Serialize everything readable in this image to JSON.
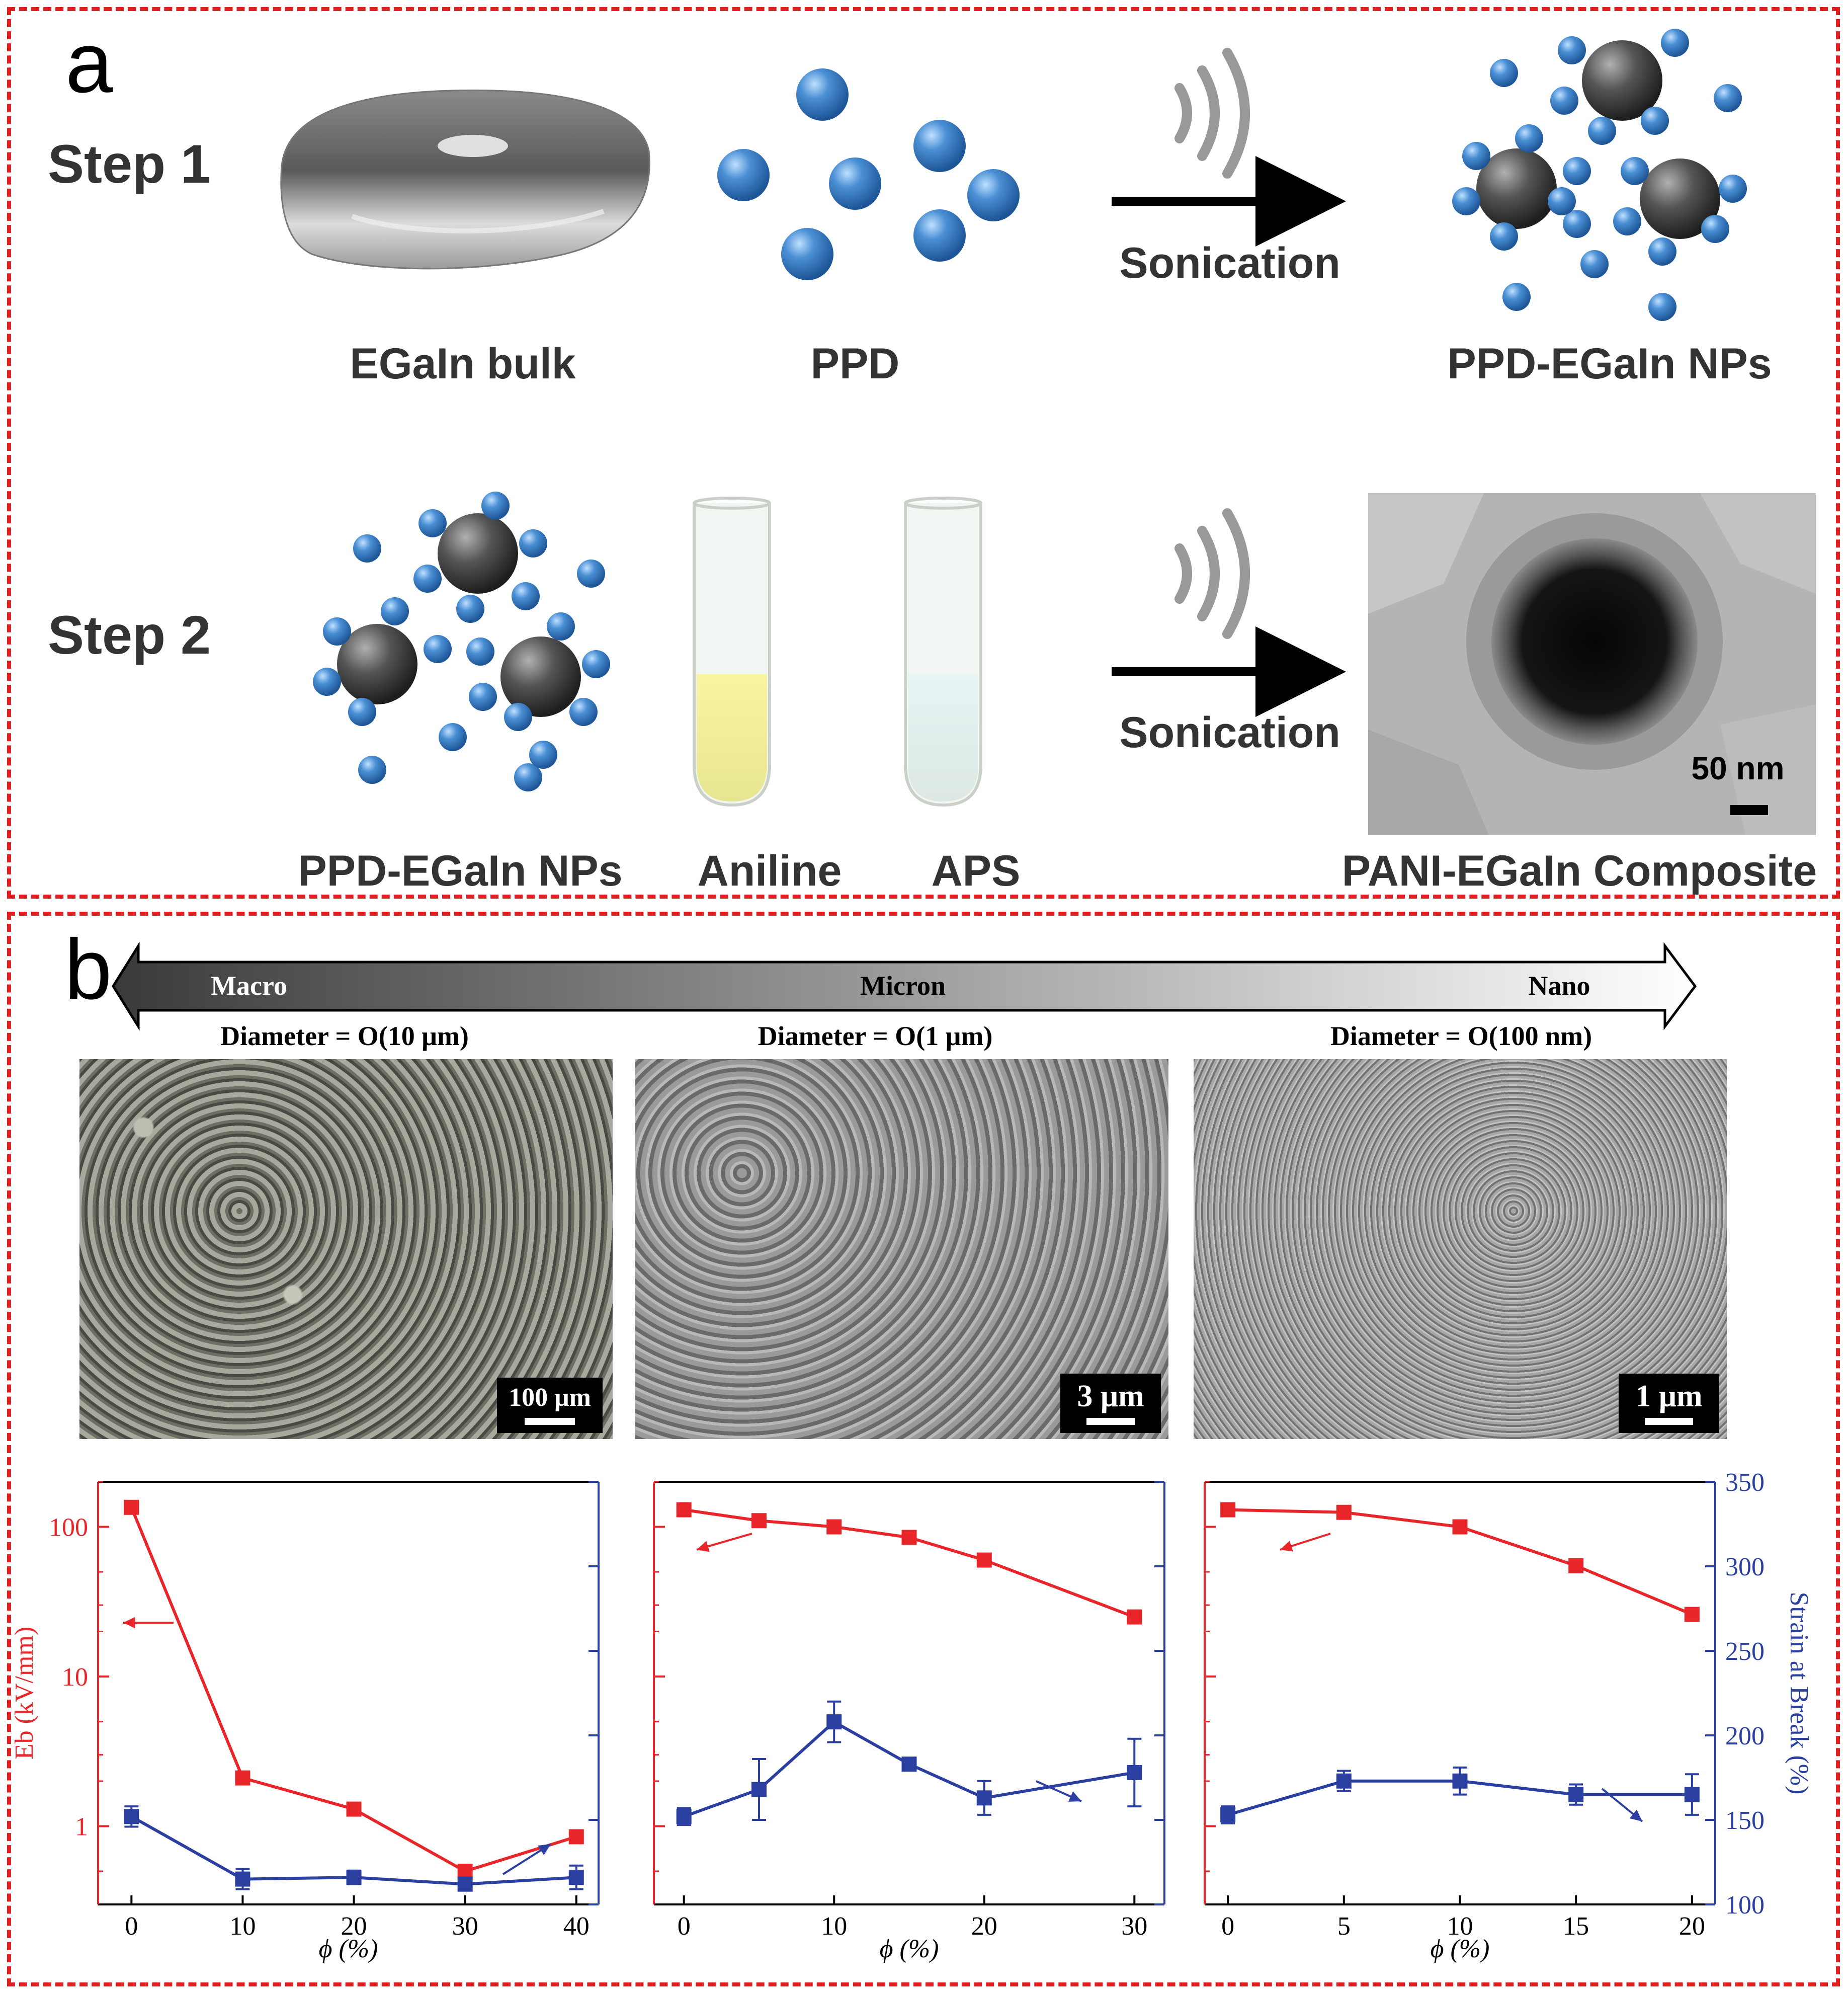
{
  "panel_a": {
    "letter": "a",
    "step1": {
      "label": "Step 1",
      "items": [
        "EGaIn bulk",
        "PPD",
        "PPD-EGaIn NPs"
      ],
      "arrow_label": "Sonication"
    },
    "step2": {
      "label": "Step 2",
      "items": [
        "PPD-EGaIn NPs",
        "Aniline",
        "APS",
        "PANI-EGaIn Composite"
      ],
      "arrow_label": "Sonication",
      "scale_label": "50 nm"
    }
  },
  "panel_b": {
    "letter": "b",
    "scale_arrow": {
      "labels": [
        "Macro",
        "Micron",
        "Nano"
      ]
    },
    "columns": [
      {
        "diameter_label": "Diameter = O(10 μm)",
        "scale_label": "100 μm"
      },
      {
        "diameter_label": "Diameter = O(1 μm)",
        "scale_label": "3 μm"
      },
      {
        "diameter_label": "Diameter = O(100 nm)",
        "scale_label": "1 μm"
      }
    ]
  },
  "colors": {
    "red": "#e8262a",
    "blue": "#2a3fa0",
    "border": "#e02020",
    "particle_blue": "#4a8fd4",
    "particle_gray": "#555555"
  },
  "chart_data": [
    {
      "type": "line",
      "xlabel": "ϕ (%)",
      "ylabel_left": "Eb (kV/mm)",
      "x_ticks": [
        0,
        10,
        20,
        30,
        40
      ],
      "xlim": [
        -3,
        42
      ],
      "left_scale": "log",
      "ylim_left": [
        0.3,
        200
      ],
      "left_ticks": [
        "1",
        "10",
        "100"
      ],
      "ylim_right": [
        100,
        350
      ],
      "series": [
        {
          "axis": "left",
          "color": "#e8262a",
          "x": [
            0,
            10,
            20,
            30,
            40
          ],
          "y": [
            135,
            2.1,
            1.3,
            0.5,
            0.85
          ]
        },
        {
          "axis": "right",
          "color": "#2a3fa0",
          "x": [
            0,
            10,
            20,
            30,
            40
          ],
          "y": [
            152,
            115,
            116,
            112,
            116
          ],
          "err": [
            6,
            6,
            4,
            3,
            7
          ]
        }
      ]
    },
    {
      "type": "line",
      "xlabel": "ϕ (%)",
      "x_ticks": [
        0,
        10,
        20,
        30
      ],
      "xlim": [
        -2,
        32
      ],
      "left_scale": "log",
      "ylim_left": [
        0.3,
        200
      ],
      "ylim_right": [
        100,
        350
      ],
      "series": [
        {
          "axis": "left",
          "color": "#e8262a",
          "x": [
            0,
            5,
            10,
            15,
            20,
            30
          ],
          "y": [
            130,
            110,
            100,
            85,
            60,
            25
          ]
        },
        {
          "axis": "right",
          "color": "#2a3fa0",
          "x": [
            0,
            5,
            10,
            15,
            20,
            30
          ],
          "y": [
            152,
            168,
            208,
            183,
            163,
            178
          ],
          "err": [
            5,
            18,
            12,
            3,
            10,
            20
          ]
        }
      ]
    },
    {
      "type": "line",
      "xlabel": "ϕ (%)",
      "ylabel_right": "Strain at Break (%)",
      "x_ticks": [
        0,
        5,
        10,
        15,
        20
      ],
      "xlim": [
        -1,
        21
      ],
      "left_scale": "log",
      "ylim_left": [
        0.3,
        200
      ],
      "ylim_right": [
        100,
        350
      ],
      "right_ticks": [
        100,
        150,
        200,
        250,
        300,
        350
      ],
      "series": [
        {
          "axis": "left",
          "color": "#e8262a",
          "x": [
            0,
            5,
            10,
            15,
            20
          ],
          "y": [
            130,
            125,
            100,
            55,
            26
          ]
        },
        {
          "axis": "right",
          "color": "#2a3fa0",
          "x": [
            0,
            5,
            10,
            15,
            20
          ],
          "y": [
            153,
            173,
            173,
            165,
            165
          ],
          "err": [
            5,
            6,
            8,
            6,
            12
          ]
        }
      ]
    }
  ]
}
